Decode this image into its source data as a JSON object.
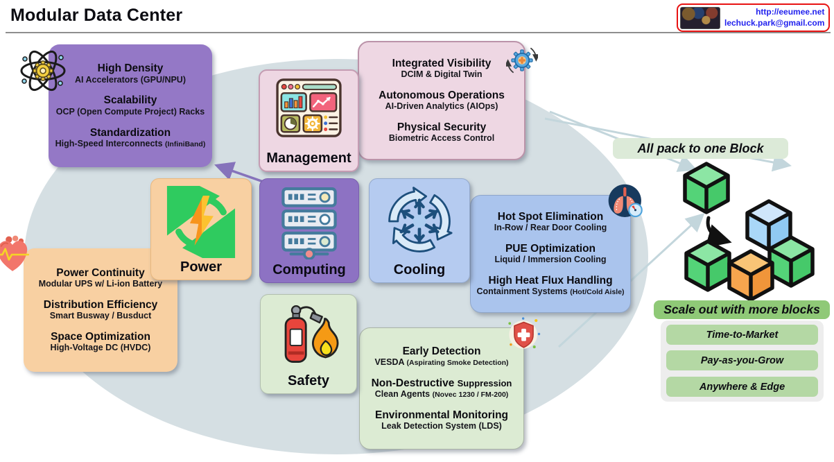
{
  "header": {
    "title": "Modular Data Center"
  },
  "contact": {
    "url": "http://eeumee.net",
    "email": "lechuck.park@gmail.com"
  },
  "modules": {
    "management": {
      "label": "Management"
    },
    "power": {
      "label": "Power"
    },
    "computing": {
      "label": "Computing"
    },
    "cooling": {
      "label": "Cooling"
    },
    "safety": {
      "label": "Safety"
    }
  },
  "details": {
    "compute": {
      "items": [
        {
          "title": "High Density",
          "sub": "AI Accelerators (GPU/NPU)"
        },
        {
          "title": "Scalability",
          "sub": "OCP (Open Compute Project) Racks"
        },
        {
          "title": "Standardization",
          "sub": "High-Speed Interconnects ",
          "sub_small": "(InfiniBand)"
        }
      ]
    },
    "management": {
      "items": [
        {
          "title": "Integrated Visibility",
          "sub": "DCIM & Digital Twin"
        },
        {
          "title": "Autonomous Operations",
          "sub": "AI-Driven Analytics (AIOps)"
        },
        {
          "title": "Physical Security",
          "sub": "Biometric Access Control"
        }
      ]
    },
    "cooling": {
      "items": [
        {
          "title": "Hot Spot Elimination",
          "sub": "In-Row / Rear Door Cooling"
        },
        {
          "title": "PUE Optimization",
          "sub": "Liquid / Immersion Cooling"
        },
        {
          "title": "High Heat Flux Handling",
          "sub": "Containment Systems ",
          "sub_small": "(Hot/Cold Aisle)"
        }
      ]
    },
    "power": {
      "items": [
        {
          "title": "Power Continuity",
          "sub": "Modular UPS w/ Li-ion Battery"
        },
        {
          "title": "Distribution Efficiency",
          "sub": "Smart Busway / Busduct"
        },
        {
          "title": "Space Optimization",
          "sub": "High-Voltage DC (HVDC)"
        }
      ]
    },
    "safety": {
      "items": [
        {
          "title": "Early Detection",
          "sub": "VESDA ",
          "sub_small": "(Aspirating Smoke Detection)"
        },
        {
          "title": "Non-Destructive ",
          "title_small": "Suppression",
          "sub": "Clean Agents ",
          "sub_small": "(Novec 1230 / FM-200)"
        },
        {
          "title": "Environmental Monitoring",
          "sub": "Leak Detection System (LDS)"
        }
      ]
    }
  },
  "right_panel": {
    "pack_label": "All pack to one Block",
    "scale_label": "Scale out with more blocks",
    "benefits": [
      "Time-to-Market",
      "Pay-as-you-Grow",
      "Anywhere & Edge"
    ]
  },
  "icons": {
    "atom-icon": "⚛",
    "dashboard-icon": "🖥",
    "energy-cycle-icon": "♻⚡",
    "server-stack-icon": "🗄",
    "snowflake-cycle-icon": "❄",
    "fire-extinguisher-flame-icon": "🧯",
    "gear-sync-icon": "⚙",
    "lungs-timer-icon": "🫁",
    "heart-ecg-icon": "🫀",
    "shield-cross-icon": "🛡",
    "cube-icon": "◧",
    "cube-cluster-icon": "◩"
  },
  "colors": {
    "purple_box": "#9478c6",
    "computing_box": "#8d72c3",
    "pink_box": "#eed7e3",
    "peach_box": "#f8d0a2",
    "blue_box": "#aac4ed",
    "cooling_box": "#b5cbf0",
    "green_box": "#dcebd3",
    "ellipse": "#d5dfe3",
    "pack_label_green": "#dcead8",
    "scale_label_green": "#8fc977",
    "benefit_button_green": "#b4d8a4",
    "contact_border_red": "#e81212",
    "contact_text_blue": "#2222ee",
    "arrow_purple": "#8673bb",
    "arrow_light": "#c3d6dc"
  }
}
